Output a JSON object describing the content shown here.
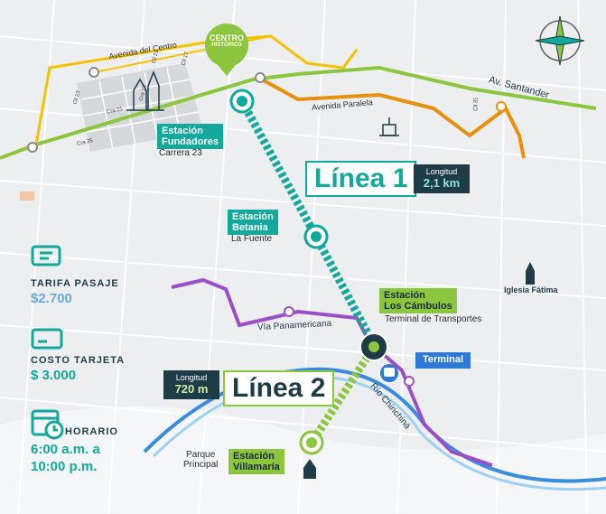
{
  "colors": {
    "teal": "#12a89c",
    "green": "#8cc63f",
    "navy": "#1e3c46",
    "orange": "#e8900e",
    "yellow": "#f5c200",
    "purple": "#9b4fc4",
    "river": "#3a8dde"
  },
  "map": {
    "streets": {
      "avenida_centro": "Avenida del Centro",
      "av_santander": "Av. Santander",
      "avenida_paralela": "Avenida Paralela",
      "via_panamericana": "Vía Panamericana",
      "rio_chinchina": "Río Chinchiná",
      "cra21": "Cra 21",
      "cra23": "Cra 23",
      "cra25": "Cra 25",
      "cll23": "Cll 23",
      "cll31": "Cll 31",
      "cll21": "Cll 21",
      "cll17": "Cll 17"
    },
    "centro": {
      "line1": "CENTRO",
      "line2": "HISTÓRICO"
    },
    "iglesia_fatima": "Iglesia Fátima",
    "parque_principal": {
      "line1": "Parque",
      "line2": "Principal"
    },
    "terminal_label": "Terminal",
    "terminal_transportes": "Terminal de Transportes",
    "compass_icon": "compass-icon"
  },
  "stations": {
    "fundadores": {
      "line1": "Estación",
      "line2": "Fundadores",
      "sub": "Carrera 23"
    },
    "betania": {
      "line1": "Estación",
      "line2": "Betania",
      "sub": "La Fuente"
    },
    "cambulos": {
      "line1": "Estación",
      "line2": "Los Cámbulos"
    },
    "villamaria": {
      "line1": "Estación",
      "line2": "Villamaría"
    }
  },
  "lines": {
    "linea1": {
      "title": "Línea 1",
      "length_label": "Longitud",
      "length_value": "2,1 km"
    },
    "linea2": {
      "title": "Línea 2",
      "length_label": "Longitud",
      "length_value": "720 m"
    }
  },
  "info": {
    "tarifa": {
      "label": "TARIFA PASAJE",
      "value": "$2.700",
      "icon": "ticket-icon"
    },
    "tarjeta": {
      "label": "COSTO TARJETA",
      "value": "$ 3.000",
      "icon": "card-icon"
    },
    "horario": {
      "label": "HORARIO",
      "value_line1": "6:00 a.m. a",
      "value_line2": "10:00 p.m.",
      "icon": "calendar-clock-icon"
    }
  }
}
